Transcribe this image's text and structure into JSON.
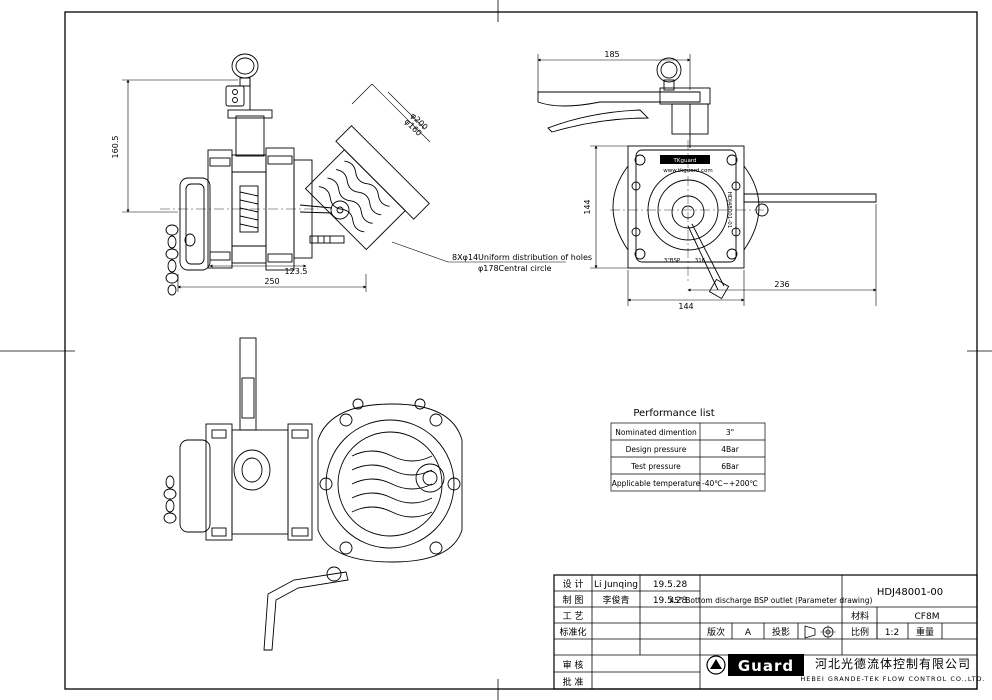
{
  "dimensions": {
    "side_height": "160.5",
    "flange_dia": "φ200",
    "bolt_circle_dia": "φ160",
    "side_offset": "123.5",
    "side_total_length": "250",
    "handle_length": "185",
    "front_height": "144",
    "front_width": "144",
    "handle_reach": "236"
  },
  "notes": {
    "holes_line1": "8Xφ14Uniform distribution of holes",
    "holes_line2": "φ178Central circle"
  },
  "valve_marks": {
    "brand": "TKguard",
    "website": "www.tkguard.com",
    "size_mark": "3\"BSP",
    "material_mark": "316",
    "part_no": "HDJ48001-01"
  },
  "performance": {
    "title": "Performance list",
    "rows": [
      {
        "label": "Nominated dimention",
        "value": "3\""
      },
      {
        "label": "Design pressure",
        "value": "4Bar"
      },
      {
        "label": "Test pressure",
        "value": "6Bar"
      },
      {
        "label": "Applicable temperature",
        "value": "-40℃~+200℃"
      }
    ]
  },
  "title_block": {
    "design_label": "设 计",
    "design_name": "Li Junqing",
    "design_date": "19.5.28",
    "draw_label": "制 图",
    "draw_name": "李俊青",
    "draw_date": "19.5.28",
    "craft_label": "工 艺",
    "standard_label": "标准化",
    "review_label": "审 核",
    "approve_label": "批 准",
    "drawing_title": "45° Bottom discharge BSP outlet (Parameter drawing)",
    "drawing_no": "HDJ48001-00",
    "material_label": "材料",
    "material_value": "CF8M",
    "version_label": "版次",
    "version_value": "A",
    "projection_label": "投影",
    "scale_label": "比例",
    "scale_value": "1:2",
    "weight_label": "重量",
    "logo_text": "Guard",
    "company_cn": "河北光德流体控制有限公司",
    "company_en": "HEBEI GRANDE-TEK FLOW CONTROL CO.,LTD."
  },
  "colors": {
    "line": "#000000",
    "paper": "#ffffff"
  }
}
